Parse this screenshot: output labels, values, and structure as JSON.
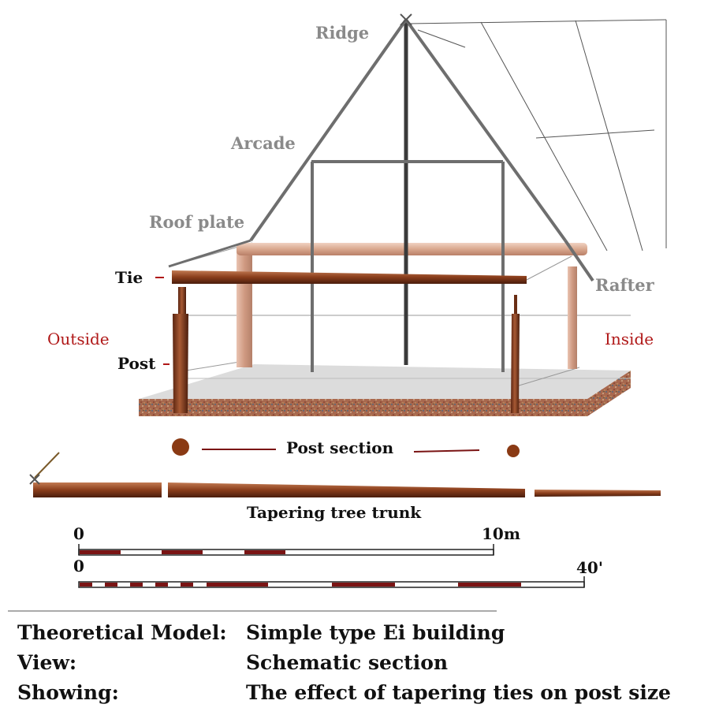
{
  "labels": {
    "ridge": "Ridge",
    "arcade": "Arcade",
    "roof_plate": "Roof plate",
    "rafter": "Rafter",
    "tie": "Tie",
    "post": "Post",
    "outside": "Outside",
    "inside": "Inside",
    "post_section": "Post section",
    "tapering_trunk": "Tapering tree trunk"
  },
  "scales": {
    "metric": {
      "start": "0",
      "end": "10m"
    },
    "imperial": {
      "start": "0",
      "end": "40'"
    }
  },
  "caption": {
    "model_key": "Theoretical Model:",
    "model_val": "Simple type Ei building",
    "view_key": "View:",
    "view_val": "Schematic section",
    "showing_key": "Showing:",
    "showing_val": "The effect of tapering ties on post size"
  },
  "colors": {
    "frame": "#6e6e6e",
    "timber_dark": "#7a3a1e",
    "timber_light": "#d7a58d",
    "floor": "#dcdcdc",
    "ground": "#a5644a",
    "label_grey": "#8a8a8a",
    "label_red": "#b01818",
    "scale_bar": "#7a1414"
  }
}
